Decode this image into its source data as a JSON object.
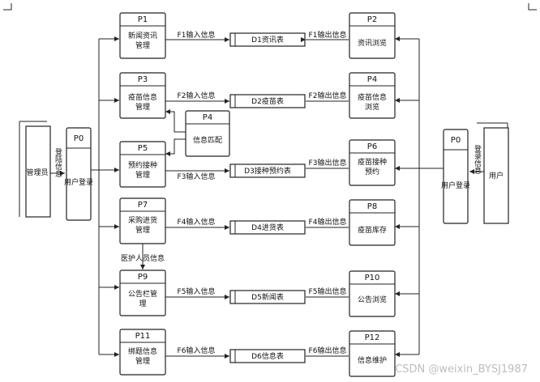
{
  "processes": [
    {
      "key": "p1",
      "id": "P1",
      "name": "新闻资讯管理"
    },
    {
      "key": "p3",
      "id": "P3",
      "name": "疫苗信息管理"
    },
    {
      "key": "p5",
      "id": "P5",
      "name": "预约接种管理"
    },
    {
      "key": "p7",
      "id": "P7",
      "name": "采购进货管理"
    },
    {
      "key": "p9",
      "id": "P9",
      "name": "公告栏管理"
    },
    {
      "key": "p11",
      "id": "P11",
      "name": "绑题信息管理"
    },
    {
      "key": "p2",
      "id": "P2",
      "name": "资讯浏览"
    },
    {
      "key": "p4r",
      "id": "P4",
      "name": "疫苗信息浏览"
    },
    {
      "key": "p6",
      "id": "P6",
      "name": "疫苗接种预约"
    },
    {
      "key": "p8",
      "id": "P8",
      "name": "疫苗库存"
    },
    {
      "key": "p10",
      "id": "P10",
      "name": "公告浏览"
    },
    {
      "key": "p12",
      "id": "P12",
      "name": "信息维护"
    },
    {
      "key": "p4m",
      "id": "P4",
      "name": "信息匹配"
    },
    {
      "key": "p0l",
      "id": "P0",
      "name": "用户登录"
    },
    {
      "key": "p0r",
      "id": "P0",
      "name": "用户登录"
    }
  ],
  "stores": [
    {
      "key": "d1",
      "name": "D1资讯表"
    },
    {
      "key": "d2",
      "name": "D2疫苗表"
    },
    {
      "key": "d3",
      "name": "D3接种预约表"
    },
    {
      "key": "d4",
      "name": "D4进货表"
    },
    {
      "key": "d5",
      "name": "D5新闻表"
    },
    {
      "key": "d6",
      "name": "D6信息表"
    }
  ],
  "entities": {
    "left": "管理员",
    "right": "用户"
  },
  "flows": {
    "f1_in": "F1输入信息",
    "f1_out": "F1输出信息",
    "f2_in": "F2输入信息",
    "f2_out": "F2输出信息",
    "f3_in": "F3输入信息",
    "f3_out": "F3输出信息",
    "f4_in": "F4输入信息",
    "f4_out": "F4输出信息",
    "f5_in": "F5输入信息",
    "f5_out": "F5输出信息",
    "f6_in": "F6输入信息",
    "f6_out": "F6输出信息",
    "login_left": "登陆信息",
    "login_right": "登录信息",
    "staff": "医护人员信息"
  },
  "watermark": "CSDN @weixin_BYSJ1987"
}
